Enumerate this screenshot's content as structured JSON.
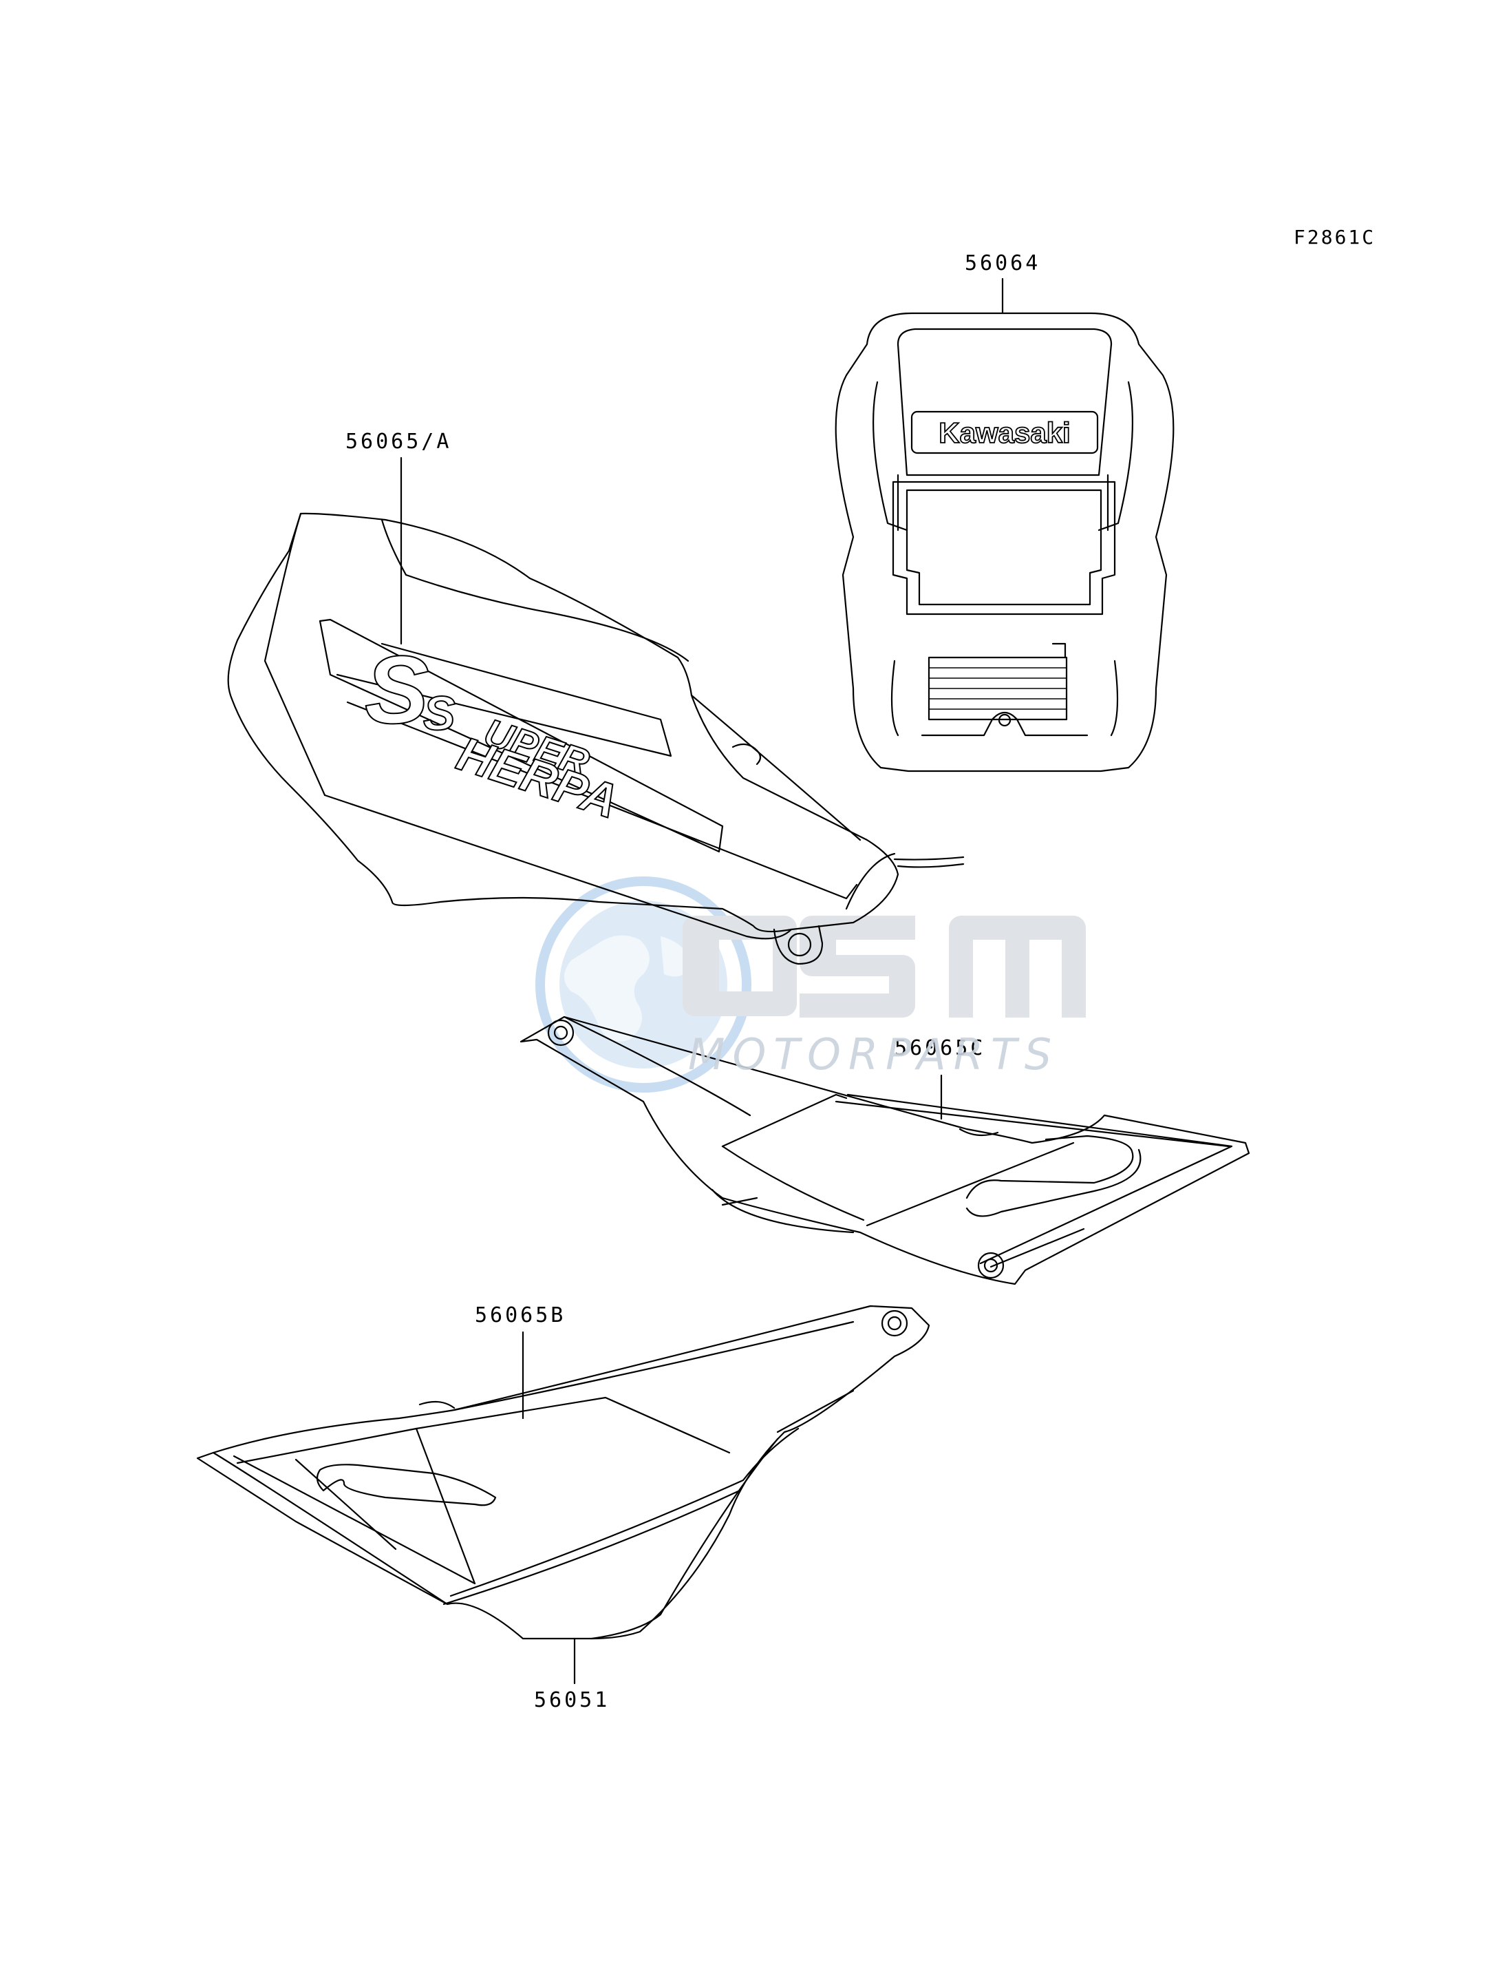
{
  "figure_code": "F2861C",
  "watermark": {
    "text": "MOTORPARTS",
    "lettering": "OSM",
    "color": "#8fb6dc"
  },
  "decal_text": "Kawasaki",
  "parts": [
    {
      "id": "56064",
      "label": "56064"
    },
    {
      "id": "56065A",
      "label": "56065/A"
    },
    {
      "id": "56065C",
      "label": "56065C"
    },
    {
      "id": "56065B",
      "label": "56065B"
    },
    {
      "id": "56051",
      "label": "56051"
    }
  ]
}
